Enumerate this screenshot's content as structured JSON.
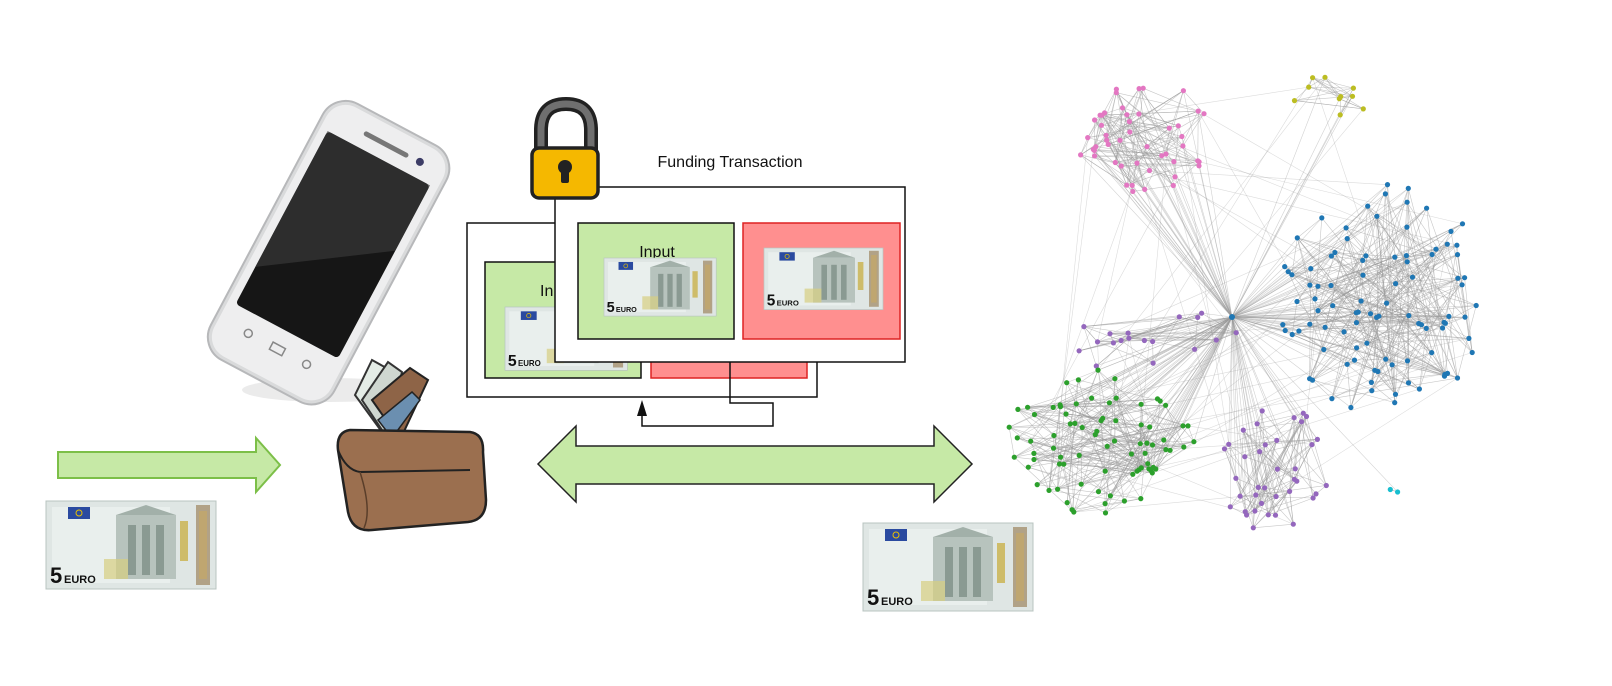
{
  "diagram": {
    "funding_transaction_title": "Funding Transaction",
    "input_label": "Input",
    "input_label_partial": "In",
    "banknote_text": "EURO",
    "banknote_value": "5"
  },
  "colors": {
    "green_fill": "#c6e9a6",
    "green_stroke": "#7cbf48",
    "red_fill": "#ff8f8f",
    "red_stroke": "#dd2222",
    "lock_body": "#f5b800",
    "node_pink": "#e377c2",
    "node_olive": "#bcbd22",
    "node_blue": "#1f77b4",
    "node_purple": "#9467bd",
    "node_green": "#2ca02c",
    "node_cyan": "#17becf",
    "edge_gray": "#9a9a9a"
  },
  "icons": [
    "smartphone-icon",
    "wallet-icon",
    "padlock-icon",
    "banknote-icon",
    "network-graph-icon"
  ]
}
